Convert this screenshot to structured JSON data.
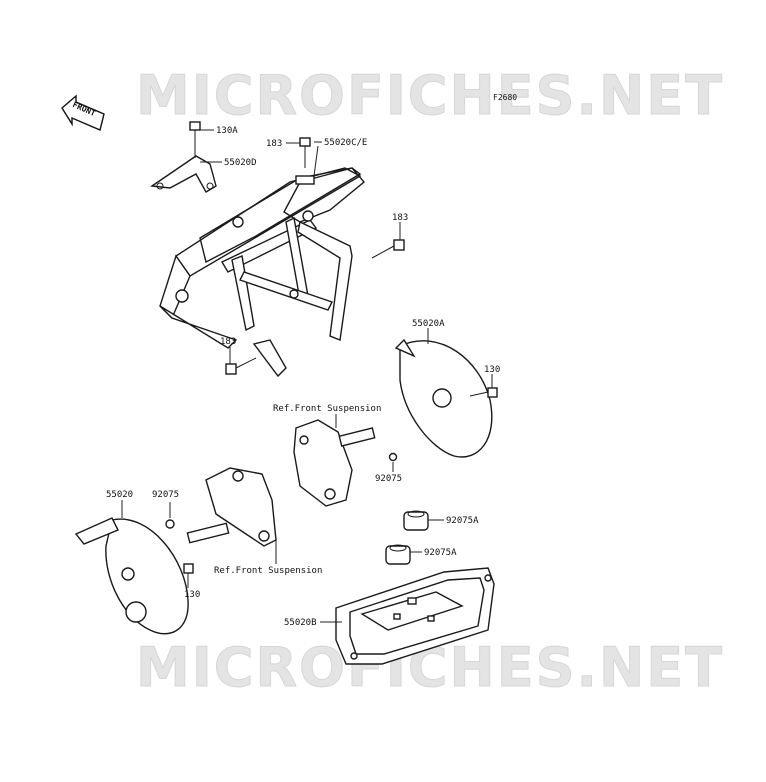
{
  "watermark_top": "MICROFICHES.NET",
  "watermark_bottom": "MICROFICHES.NET",
  "figure_code": "F2680",
  "front_arrow_text": "FRONT",
  "callouts": {
    "c130a": "130A",
    "c55020d": "55020D",
    "c183_top": "183",
    "c55020ce": "55020C/E",
    "c183_right": "183",
    "c183_left": "183",
    "c55020a": "55020A",
    "c130_right": "130",
    "ref_front_susp_1": "Ref.Front Suspension",
    "c92075_mid": "92075",
    "c55020": "55020",
    "c92075_left": "92075",
    "c92075a_1": "92075A",
    "c92075a_2": "92075A",
    "ref_front_susp_2": "Ref.Front Suspension",
    "c130_left": "130",
    "c55020b": "55020B"
  }
}
